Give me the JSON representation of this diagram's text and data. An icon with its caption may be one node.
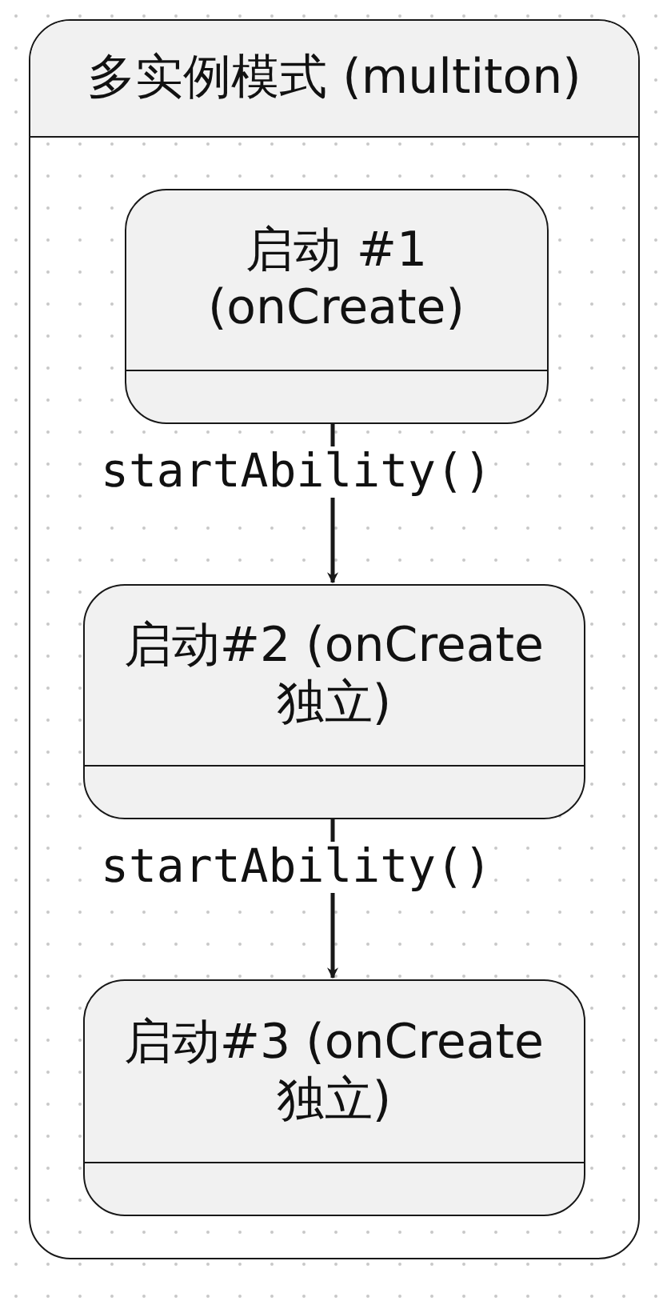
{
  "diagram": {
    "nodes": [
      {
        "text": [
          "多实例模式 (multiton)"
        ]
      },
      {
        "text": [
          "启动 #1 (onCreate)"
        ],
        "in": 0
      },
      {
        "text": [
          "启动#2 (onCreate独立)"
        ],
        "in": 0
      },
      {
        "text": [
          "启动#3 (onCreate独立)"
        ],
        "in": 0
      }
    ],
    "edges": [
      {
        "from": 1,
        "to": 2,
        "arrow": "to",
        "label": "startAbility()"
      },
      {
        "from": 2,
        "to": 3,
        "arrow": "to",
        "label": "startAbility()"
      }
    ]
  }
}
